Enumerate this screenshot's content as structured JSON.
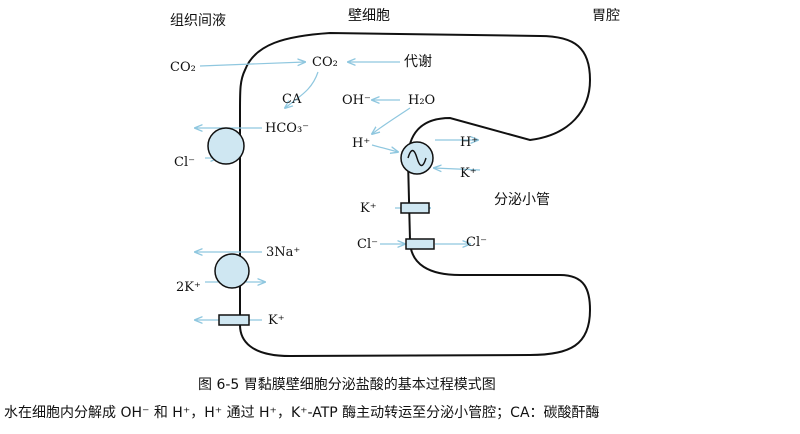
{
  "regions": {
    "interstitial": "组织间液",
    "parietal_cell": "壁细胞",
    "gastric_lumen": "胃腔",
    "secretory_canaliculus": "分泌小管"
  },
  "molecules": {
    "co2_outside": "CO₂",
    "co2_inside": "CO₂",
    "metabolism": "代谢",
    "ca": "CA",
    "oh": "OH⁻",
    "h2o": "H₂O",
    "hco3": "HCO₃⁻",
    "h_inside": "H⁺",
    "h_lumen": "H⁺",
    "k_lumen": "K⁺",
    "k_canal": "K⁺",
    "cl_canal_in": "Cl⁻",
    "cl_canal_out": "Cl⁻",
    "cl_basal": "Cl⁻",
    "na3": "3Na⁺",
    "k2": "2K⁺",
    "k_channel": "K⁺"
  },
  "caption": {
    "title": "图 6-5   胃黏膜壁细胞分泌盐酸的基本过程模式图",
    "description": "水在细胞内分解成 OH⁻ 和 H⁺，H⁺ 通过 H⁺，K⁺-ATP 酶主动转运至分泌小管腔；CA：碳酸酐酶"
  },
  "colors": {
    "outline": "#111111",
    "arrow": "#8fc7df",
    "transporter_fill": "#cfe7f2"
  },
  "icons": {
    "atp_pump": "sine-wave-circle-icon"
  }
}
